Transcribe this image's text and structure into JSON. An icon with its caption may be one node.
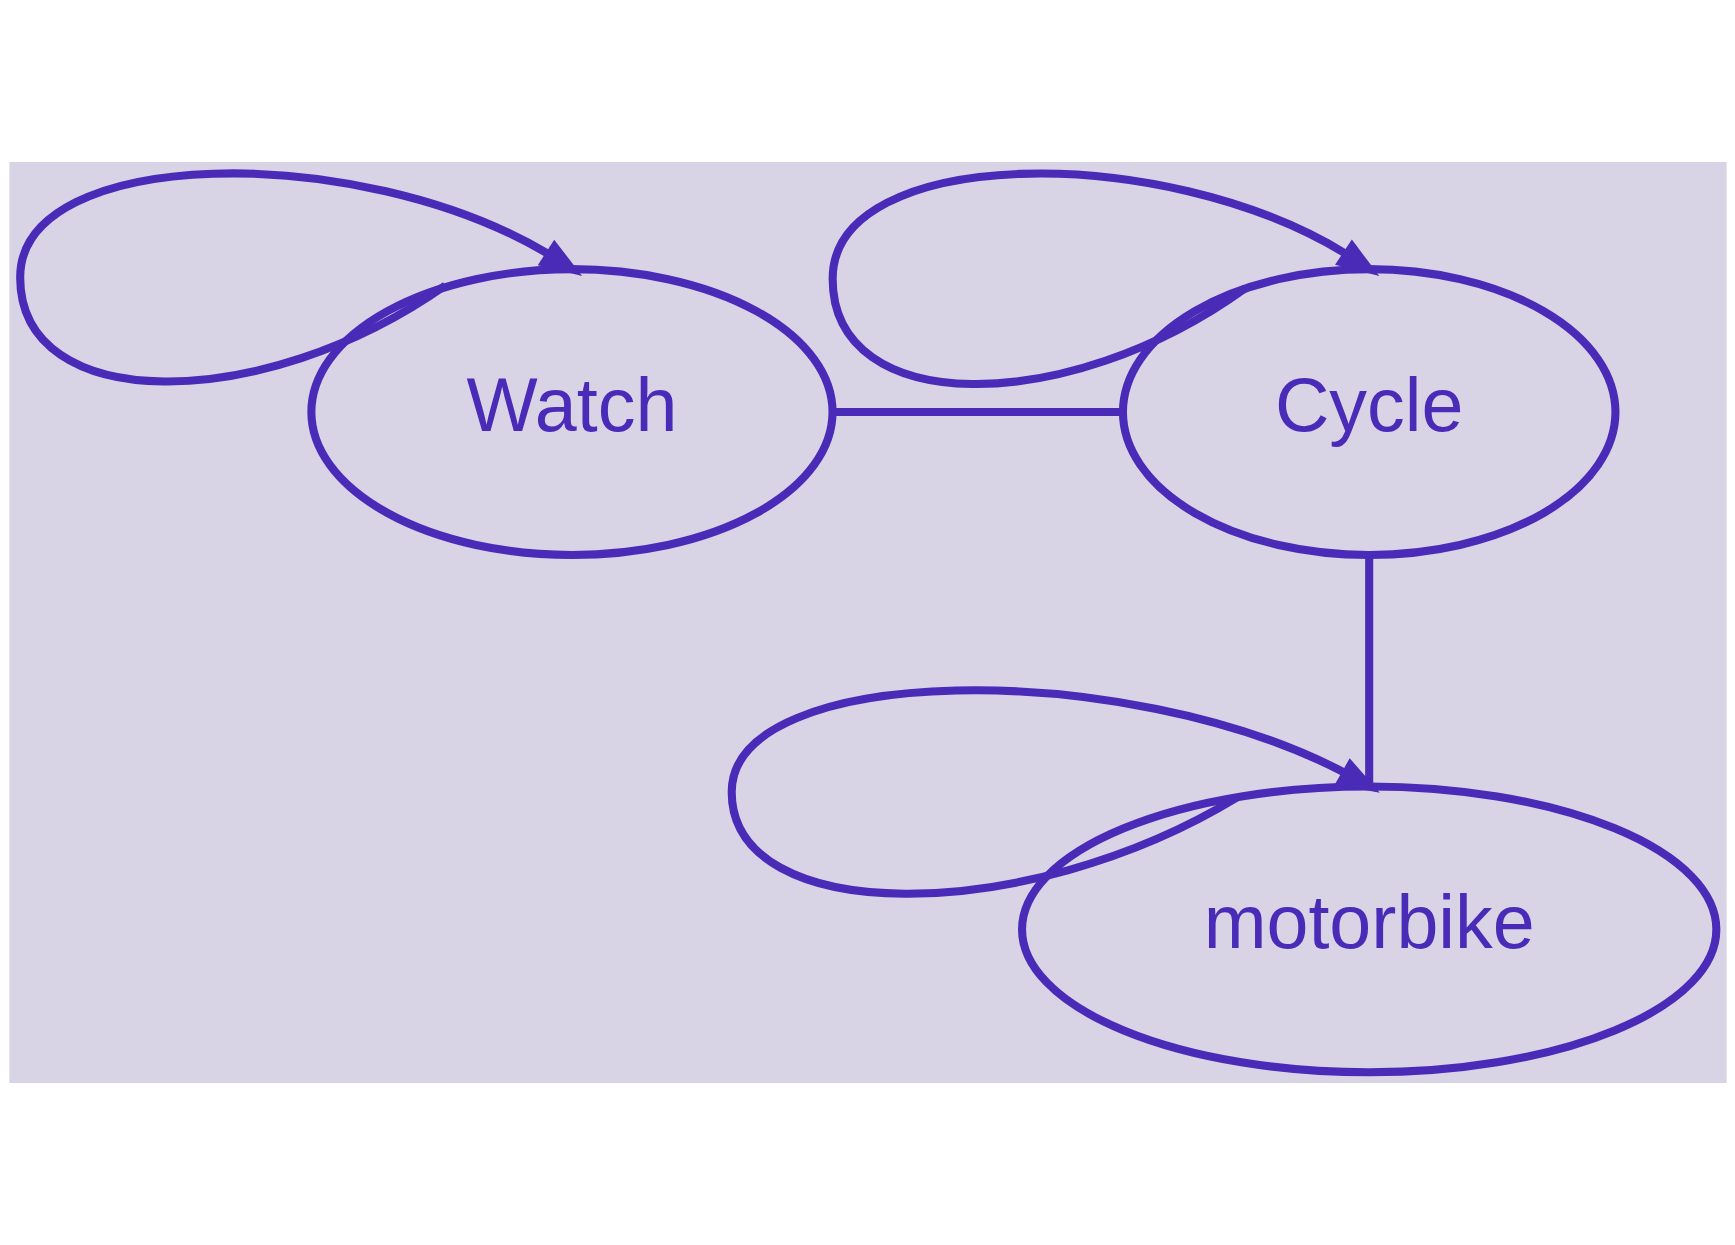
{
  "diagram": {
    "nodes": [
      {
        "text": [
          "Watch"
        ]
      },
      {
        "text": [
          "Cycle"
        ]
      },
      {
        "text": [
          "motorbike"
        ]
      }
    ],
    "edges": [
      {
        "from": 0,
        "to": 0,
        "arrow": "to"
      },
      {
        "from": 1,
        "to": 1,
        "arrow": "to"
      },
      {
        "from": 2,
        "to": 2,
        "arrow": "to"
      },
      {
        "from": 0,
        "to": 1,
        "arrow": "none"
      },
      {
        "from": 1,
        "to": 2,
        "arrow": "none"
      }
    ]
  }
}
